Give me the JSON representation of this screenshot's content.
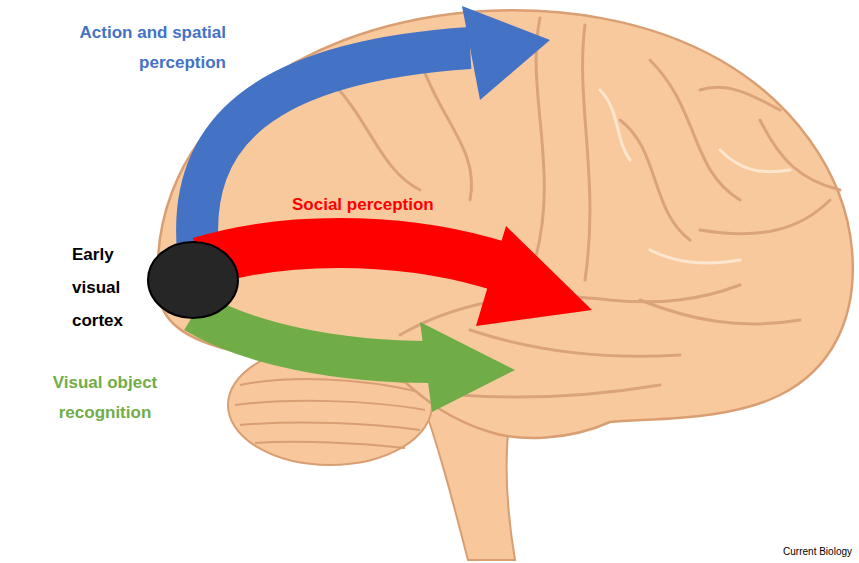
{
  "diagram": {
    "nodes": [
      {
        "text": [
          "Early visual cortex"
        ]
      }
    ],
    "labels": [
      "Action and spatial perception",
      "Social perception",
      "Visual object recognition",
      "Current Biology"
    ]
  }
}
